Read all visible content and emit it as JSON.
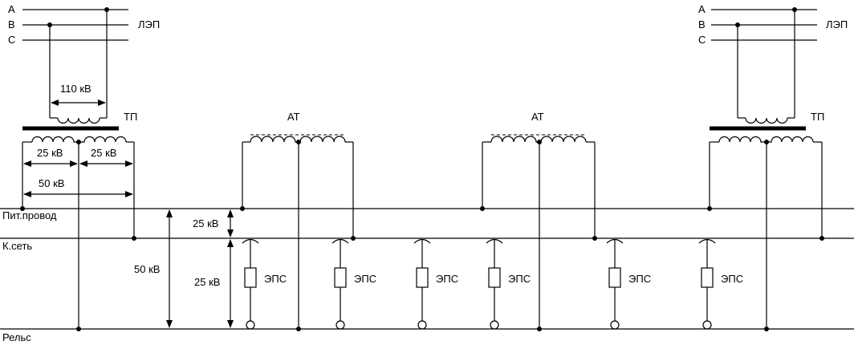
{
  "colors": {
    "line": "#000000",
    "background": "#ffffff"
  },
  "phases": {
    "a": "A",
    "b": "B",
    "c": "C"
  },
  "line_label": "ЛЭП",
  "substation_label": "ТП",
  "autotransformer_label": "АТ",
  "voltages": {
    "primary": "110 кВ",
    "half": "25 кВ",
    "full": "50 кВ"
  },
  "conductors": {
    "feeder": "Пит.провод",
    "contact": "К.сеть",
    "rail": "Рельс"
  },
  "load_label": "ЭПС"
}
